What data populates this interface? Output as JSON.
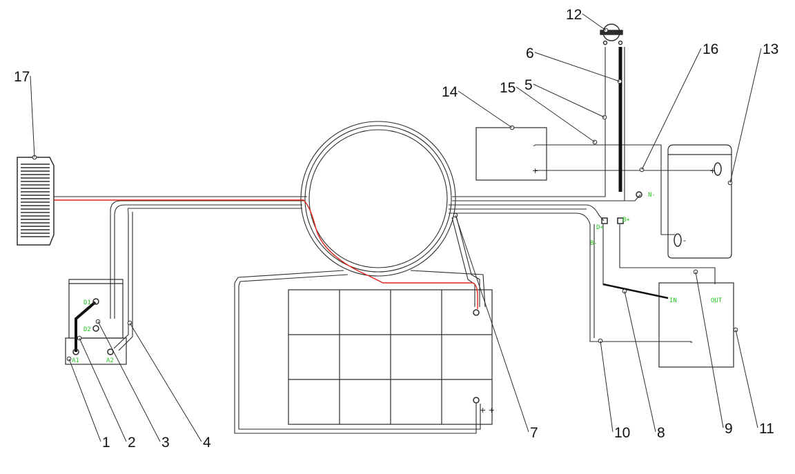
{
  "colors": {
    "line": "#2b2b2b",
    "red_wire": "#e0241b",
    "terminal_text": "#22c51e",
    "background": "#ffffff"
  },
  "callouts": [
    "1",
    "2",
    "3",
    "4",
    "5",
    "6",
    "7",
    "8",
    "9",
    "10",
    "11",
    "12",
    "13",
    "14",
    "15",
    "16",
    "17"
  ],
  "terminals": {
    "d1": "D1",
    "d2": "D2",
    "a1": "A1",
    "a2": "A2",
    "n_minus": "N-",
    "b_plus": "B+",
    "d_plus": "D+",
    "b_minus": "B-",
    "in": "IN",
    "out": "OUT"
  },
  "signs": {
    "minus": "-",
    "plus": "+",
    "plus_plus": "+ +"
  }
}
